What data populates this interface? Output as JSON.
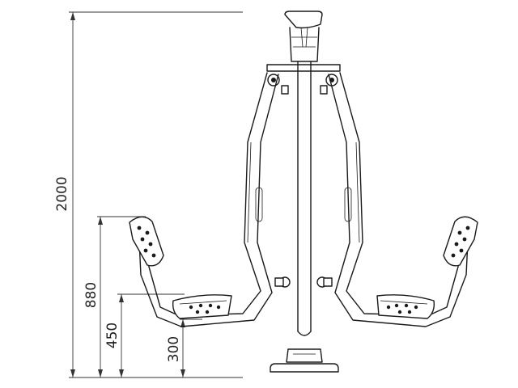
{
  "dimensions": {
    "total_height": "2000",
    "handle_height": "880",
    "mid_height": "450",
    "pedal_height": "300"
  },
  "colors": {
    "line": "#1a1a1a",
    "background": "#ffffff"
  }
}
